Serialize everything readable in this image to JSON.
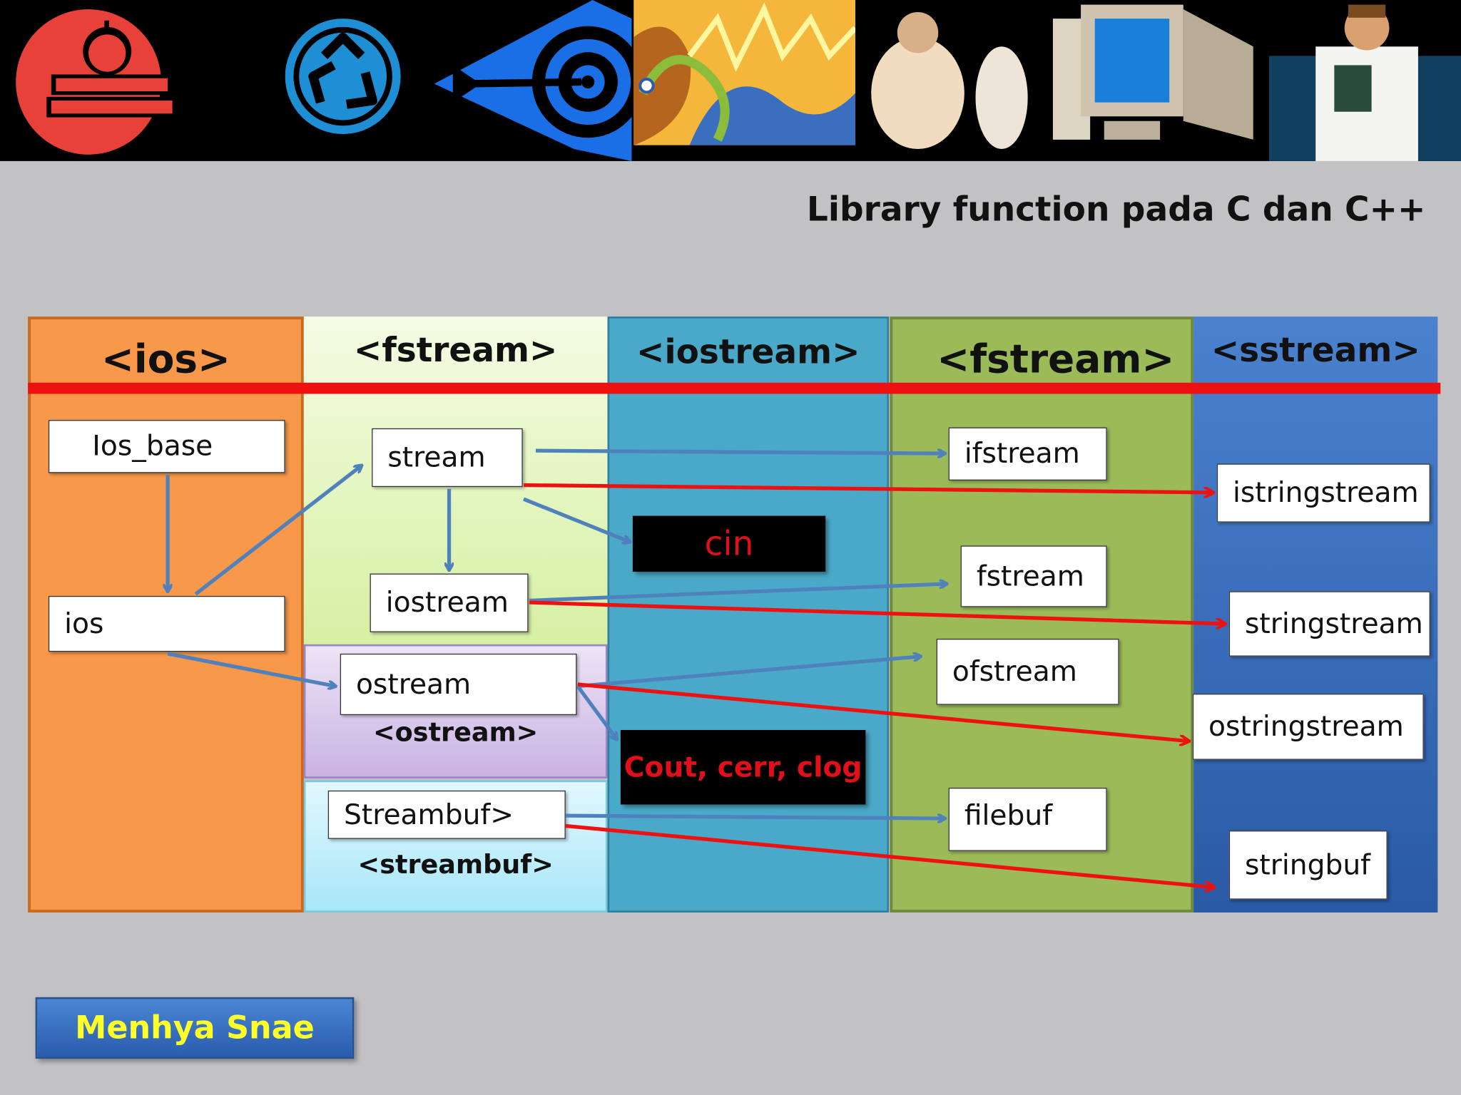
{
  "title": "Library function pada C dan C++",
  "columns": {
    "ios": "<ios>",
    "fstream_left": "<fstream>",
    "iostream": "<iostream>",
    "fstream_right": "<fstream>",
    "sstream": "<sstream>"
  },
  "sub_labels": {
    "ostream": "<ostream>",
    "streambuf": "<streambuf>"
  },
  "boxes": {
    "ios_base": "Ios_base",
    "ios": "ios",
    "stream": "stream",
    "iostream": "iostream",
    "ostream": "ostream",
    "streambuf": "Streambuf>",
    "cin": "cin",
    "cout": "Cout, cerr, clog",
    "ifstream": "ifstream",
    "fstream": "fstream",
    "ofstream": "ofstream",
    "filebuf": "filebuf",
    "istringstream": "istringstream",
    "stringstream": "stringstream",
    "ostringstream": "ostringstream",
    "stringbuf": "stringbuf"
  },
  "footer": "Menhya Snae",
  "banner_icons": [
    "books-apple-icon",
    "recycle-icon",
    "target-arrow-icon",
    "heart-wave-art-icon",
    "person-computer-icon",
    "doctor-icon"
  ],
  "colors": {
    "background": "#c2c1c4",
    "ios_column": "#f7984a",
    "fstream_left_column": "#e8f7c8",
    "iostream_column": "#4aa9c8",
    "fstream_right_column": "#9bbb59",
    "sstream_column": "#3a6fc0",
    "red_accent": "#ee1111",
    "blue_arrow": "#4f81bd",
    "footer_text": "#ffff2a"
  }
}
